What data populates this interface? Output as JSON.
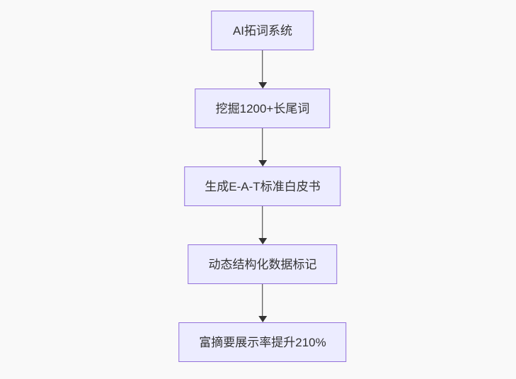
{
  "diagram": {
    "type": "flowchart",
    "direction": "top-down",
    "nodes": [
      {
        "id": "n1",
        "label": "AI拓词系统"
      },
      {
        "id": "n2",
        "label": "挖掘1200+长尾词"
      },
      {
        "id": "n3",
        "label": "生成E-A-T标准白皮书"
      },
      {
        "id": "n4",
        "label": "动态结构化数据标记"
      },
      {
        "id": "n5",
        "label": "富摘要展示率提升210%"
      }
    ],
    "edges": [
      {
        "from": "n1",
        "to": "n2",
        "arrow": "down"
      },
      {
        "from": "n2",
        "to": "n3",
        "arrow": "down"
      },
      {
        "from": "n3",
        "to": "n4",
        "arrow": "down"
      },
      {
        "from": "n4",
        "to": "n5",
        "arrow": "down"
      }
    ],
    "colors": {
      "background": "#f9f9f9",
      "node_fill": "#ECECFF",
      "node_border": "#9370DB",
      "text": "#333333",
      "arrow": "#333333"
    }
  }
}
